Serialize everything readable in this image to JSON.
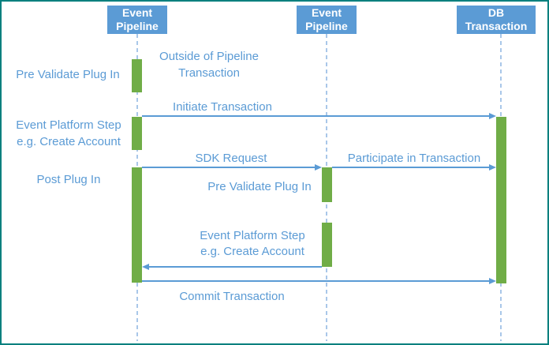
{
  "diagram": {
    "actors": [
      {
        "label": "Event\nPipeline"
      },
      {
        "label": "Event\nPipeline"
      },
      {
        "label": "DB\nTransaction"
      }
    ],
    "left_labels": {
      "pre_validate": "Pre Validate Plug In",
      "event_platform_step": "Event Platform Step\ne.g. Create Account",
      "post_plug_in": "Post Plug In"
    },
    "note": "Outside of Pipeline\nTransaction",
    "messages": {
      "initiate": "Initiate Transaction",
      "sdk_request": "SDK Request",
      "participate": "Participate in Transaction",
      "commit": "Commit Transaction"
    },
    "inner_labels": {
      "pre_validate": "Pre Validate Plug In",
      "event_platform_step": "Event Platform Step\ne.g. Create Account"
    },
    "colors": {
      "actor_fill": "#5B9BD5",
      "actor_text": "#FFFFFF",
      "label_text": "#5B9BD5",
      "arrow": "#5B9BD5",
      "activation_fill": "#70AD47",
      "lifeline_dash": "#A9C7E9",
      "canvas_border": "#04807E",
      "background": "#FFFFFF"
    }
  }
}
